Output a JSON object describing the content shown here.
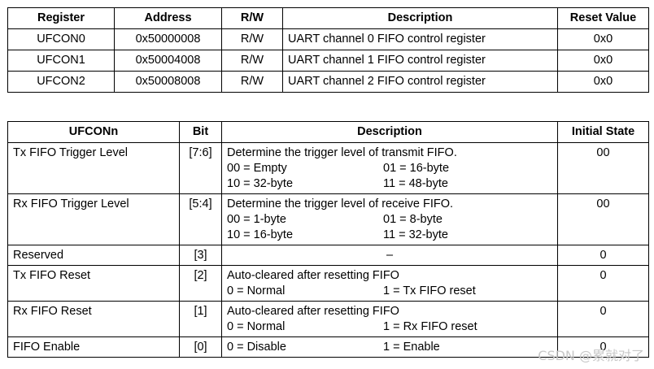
{
  "register_table": {
    "headers": [
      "Register",
      "Address",
      "R/W",
      "Description",
      "Reset Value"
    ],
    "rows": [
      [
        "UFCON0",
        "0x50000008",
        "R/W",
        "UART channel 0 FIFO control register",
        "0x0"
      ],
      [
        "UFCON1",
        "0x50004008",
        "R/W",
        "UART channel 1 FIFO control register",
        "0x0"
      ],
      [
        "UFCON2",
        "0x50008008",
        "R/W",
        "UART channel 2 FIFO control register",
        "0x0"
      ]
    ]
  },
  "field_table": {
    "headers": [
      "UFCONn",
      "Bit",
      "Description",
      "Initial State"
    ],
    "rows": [
      {
        "name": "Tx FIFO Trigger Level",
        "bit": "[7:6]",
        "intro": "Determine the trigger level of transmit FIFO.",
        "opts": [
          [
            "00 = Empty",
            "01 = 16-byte"
          ],
          [
            "10 = 32-byte",
            "11 = 48-byte"
          ]
        ],
        "init": "00"
      },
      {
        "name": "Rx FIFO Trigger Level",
        "bit": "[5:4]",
        "intro": "Determine the trigger level of receive FIFO.",
        "opts": [
          [
            "00 = 1-byte",
            "01 = 8-byte"
          ],
          [
            "10 = 16-byte",
            "11 = 32-byte"
          ]
        ],
        "init": "00"
      },
      {
        "name": "Reserved",
        "bit": "[3]",
        "intro": "–",
        "opts": [],
        "init": "0"
      },
      {
        "name": "Tx FIFO Reset",
        "bit": "[2]",
        "intro": "Auto-cleared after resetting FIFO",
        "opts": [
          [
            "0 = Normal",
            "1 = Tx FIFO reset"
          ]
        ],
        "init": "0"
      },
      {
        "name": "Rx FIFO Reset",
        "bit": "[1]",
        "intro": "Auto-cleared after resetting FIFO",
        "opts": [
          [
            "0 = Normal",
            "1 = Rx FIFO reset"
          ]
        ],
        "init": "0"
      },
      {
        "name": "FIFO Enable",
        "bit": "[0]",
        "intro": "",
        "opts": [
          [
            "0 = Disable",
            "1 = Enable"
          ]
        ],
        "init": "0"
      }
    ]
  },
  "watermark": "CSDN @累就对了"
}
